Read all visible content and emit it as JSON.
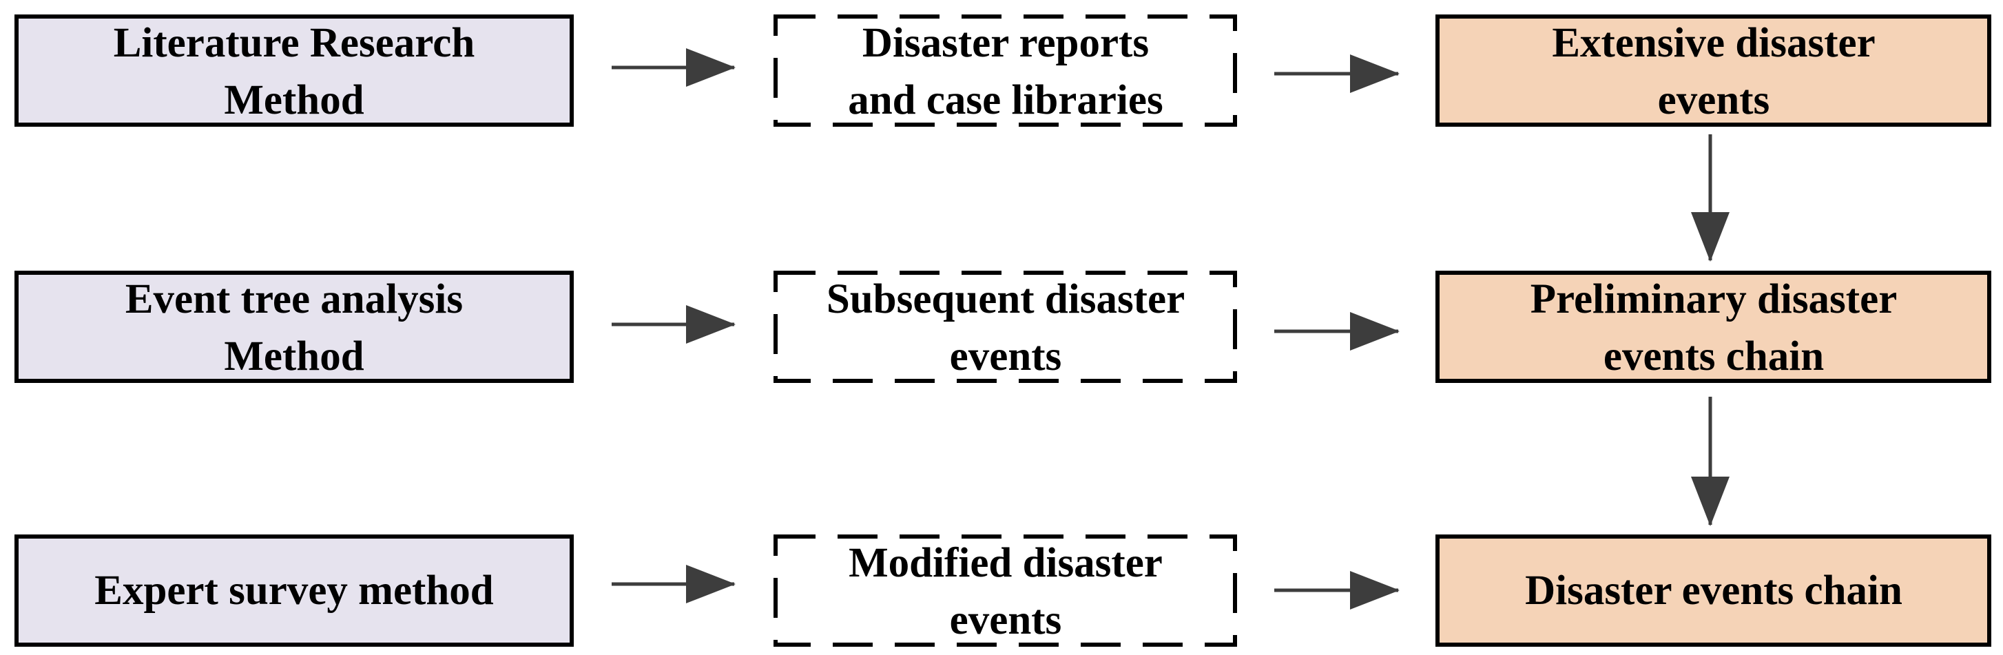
{
  "colors": {
    "method_fill": "#e6e3ee",
    "result_fill": "#f5d3b7",
    "stroke": "#000000",
    "arrow": "#3d3d3d"
  },
  "rows": [
    {
      "method": [
        "Literature Research",
        "Method"
      ],
      "source": [
        "Disaster reports",
        "and case libraries"
      ],
      "result": [
        "Extensive disaster",
        "events"
      ]
    },
    {
      "method": [
        "Event tree analysis",
        "Method"
      ],
      "source": [
        "Subsequent disaster",
        "events"
      ],
      "result": [
        "Preliminary disaster",
        "events chain"
      ]
    },
    {
      "method": [
        "Expert survey method"
      ],
      "source": [
        "Modified disaster",
        "events"
      ],
      "result": [
        "Disaster events chain"
      ]
    }
  ]
}
